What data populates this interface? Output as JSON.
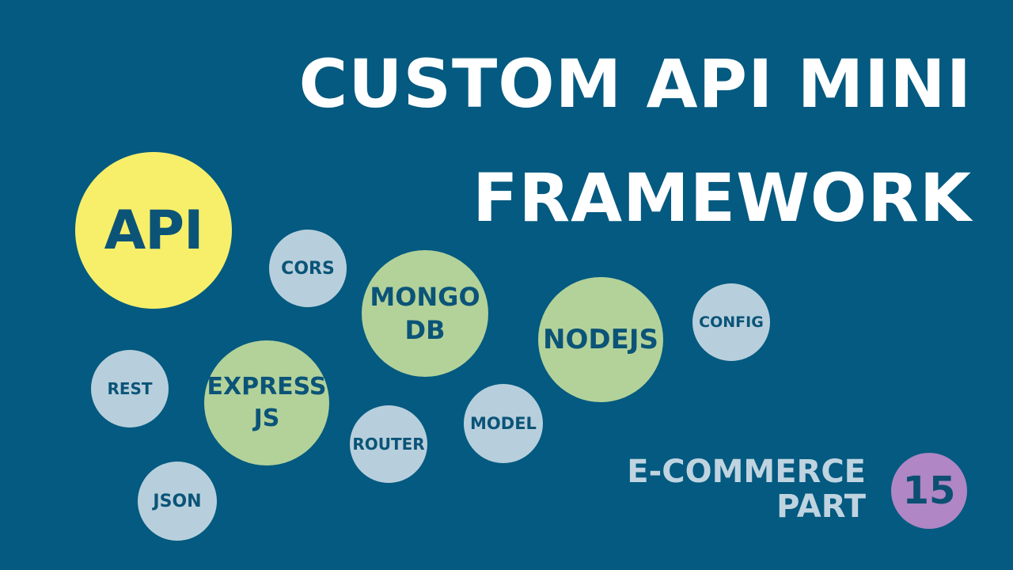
{
  "title": {
    "line1": "CUSTOM API MINI",
    "line2": "FRAMEWORK"
  },
  "bubbles": {
    "api": "API",
    "cors": "CORS",
    "mongodb": "MONGO\nDB",
    "nodejs": "NODEJS",
    "config": "CONFIG",
    "rest": "REST",
    "expressjs": "EXPRESS\nJS",
    "model": "MODEL",
    "router": "ROUTER",
    "json": "JSON"
  },
  "series": {
    "line1": "E-COMMERCE",
    "line2": "PART",
    "part_number": "15"
  },
  "colors": {
    "background": "#045a80",
    "title_text": "#ffffff",
    "primary_bubble": "#f7ef6a",
    "secondary_bubble": "#b3d29a",
    "tertiary_bubble": "#b7cfdc",
    "bubble_text": "#0b5478",
    "subtitle_text": "#bfd4e0",
    "part_badge": "#b086c4"
  }
}
